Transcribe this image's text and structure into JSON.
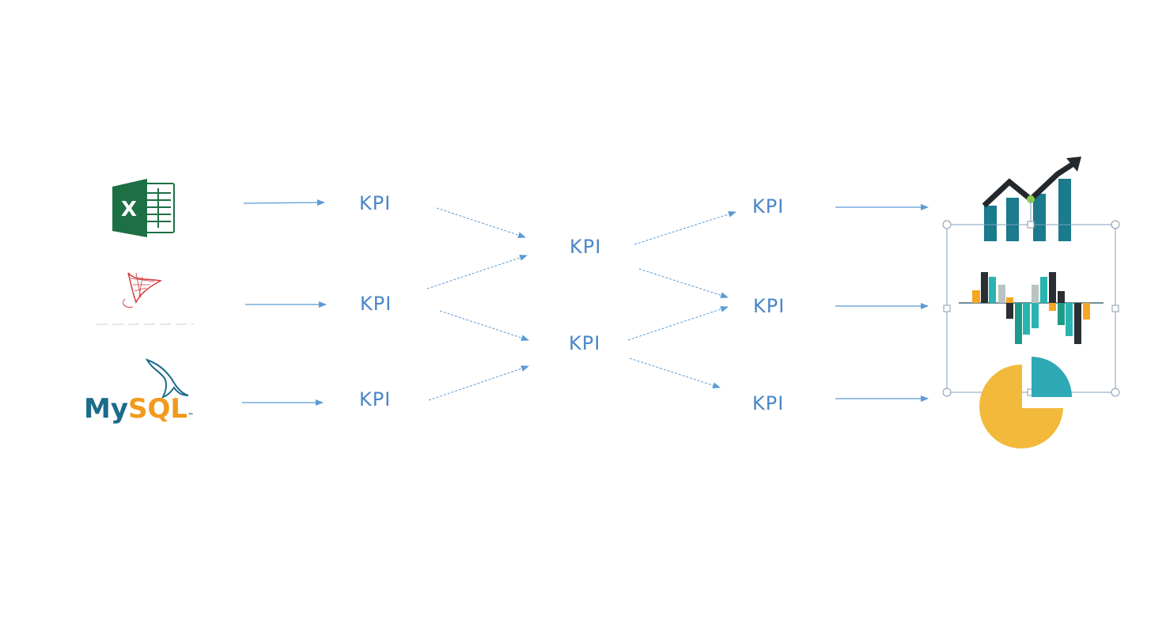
{
  "sources": [
    {
      "name": "excel",
      "icon": "excel-icon",
      "letter": "X",
      "color": "#1d7044"
    },
    {
      "name": "sql-server",
      "icon": "sql-server-icon",
      "color": "#d43b3b"
    },
    {
      "name": "mysql",
      "icon": "mysql-icon",
      "text_my": "My",
      "text_sql": "SQL",
      "tm": "™",
      "colors": {
        "my": "#1b6b8a",
        "sql": "#f29a1c"
      }
    }
  ],
  "kpi_label": "KPI",
  "layers": {
    "first": [
      "KPI",
      "KPI",
      "KPI"
    ],
    "second": [
      "KPI",
      "KPI"
    ],
    "third": [
      "KPI",
      "KPI",
      "KPI"
    ]
  },
  "outputs": [
    {
      "name": "line-bar-chart",
      "icon": "bar-trend-chart-icon"
    },
    {
      "name": "waterfall-chart",
      "icon": "diverging-bar-chart-icon"
    },
    {
      "name": "pie-chart",
      "icon": "pie-chart-icon"
    }
  ],
  "colors": {
    "kpi_text": "#4a86c8",
    "arrow": "#5b9bd5",
    "teal_dark": "#1b7a8c",
    "teal": "#2ab3b0",
    "orange": "#f5a623",
    "yellow": "#f2b93b",
    "dark": "#2b2f33",
    "gray": "#b9c3c3",
    "selection": "#7f9fc0"
  }
}
